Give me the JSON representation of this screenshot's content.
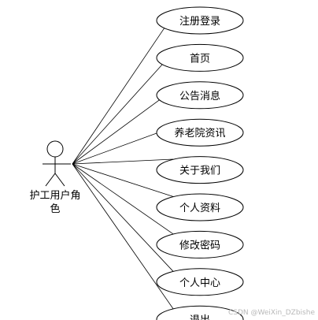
{
  "actor": {
    "label_line1": "护工用户角",
    "label_line2": "色"
  },
  "use_cases": [
    {
      "label": "注册登录"
    },
    {
      "label": "首页"
    },
    {
      "label": "公告消息"
    },
    {
      "label": "养老院资讯"
    },
    {
      "label": "关于我们"
    },
    {
      "label": "个人资料"
    },
    {
      "label": "修改密码"
    },
    {
      "label": "个人中心"
    },
    {
      "label": "退出"
    }
  ],
  "watermark": "CSDN @WeiXin_DZbishe",
  "colors": {
    "line": "#000000",
    "ellipse_fill": "#ffffff",
    "ellipse_stroke": "#000000",
    "watermark": "#b8b8b8"
  }
}
